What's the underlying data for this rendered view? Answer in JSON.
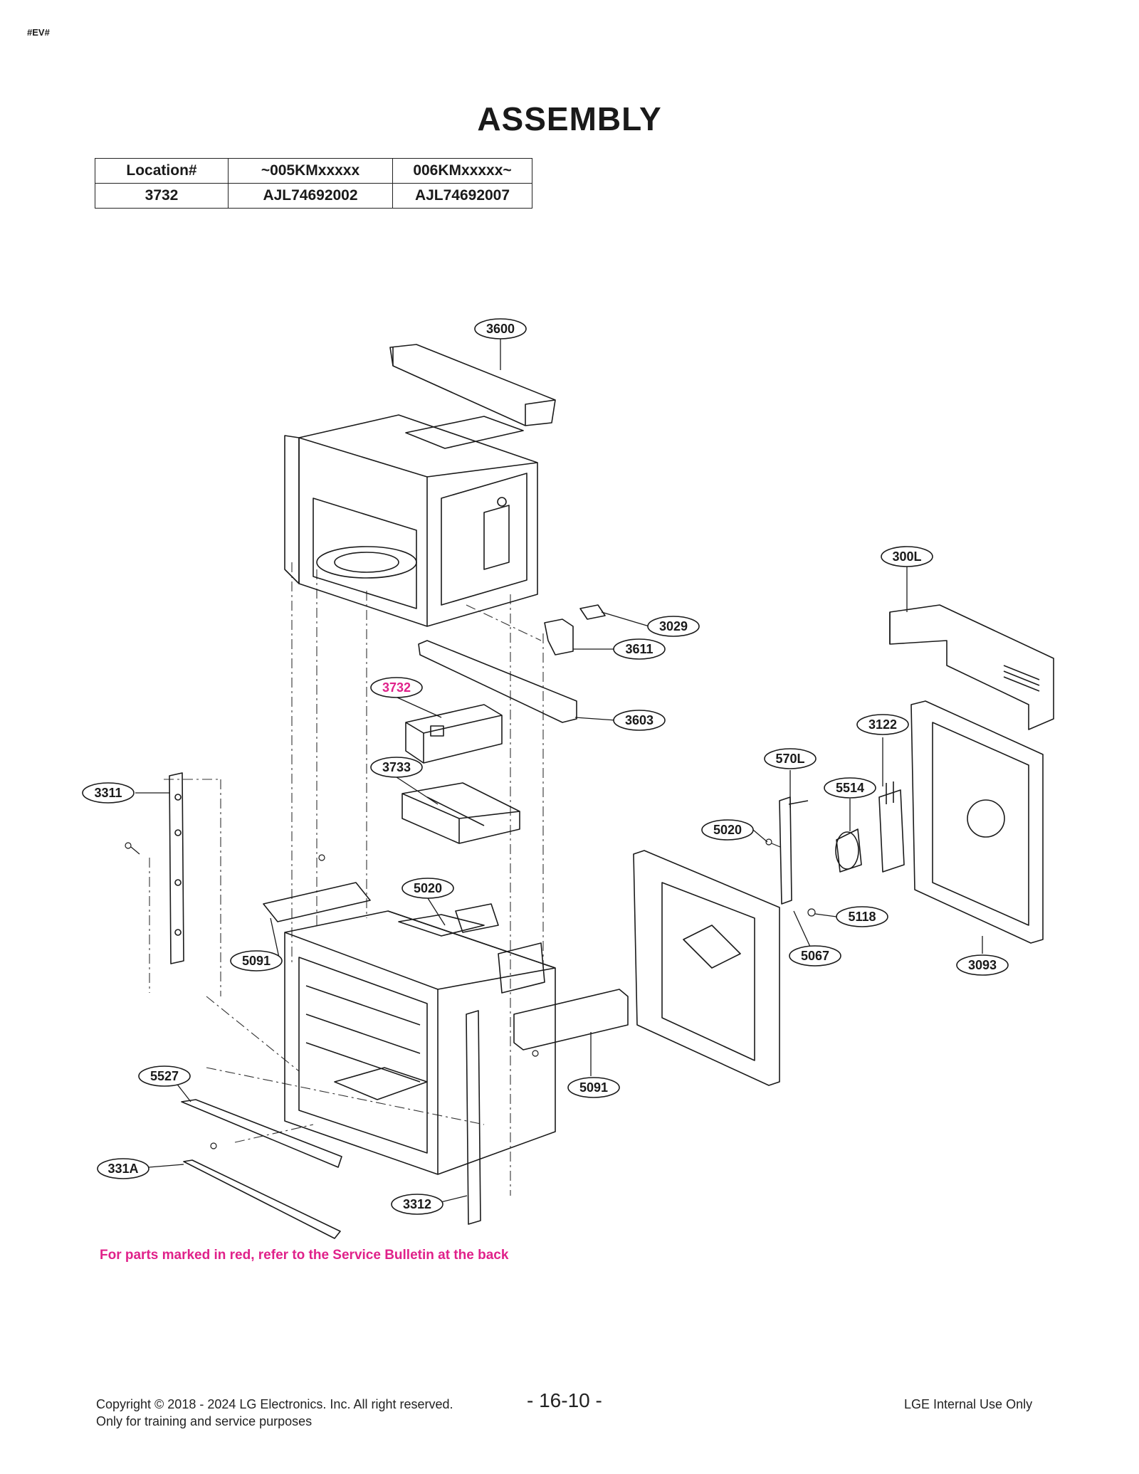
{
  "header_tag": "#EV#",
  "title": "ASSEMBLY",
  "table": {
    "headers": [
      "Location#",
      "~005KMxxxxx",
      "006KMxxxxx~"
    ],
    "rows": [
      [
        "3732",
        "AJL74692002",
        "AJL74692007"
      ]
    ]
  },
  "callouts": [
    {
      "id": "c3600",
      "label": "3600"
    },
    {
      "id": "c300L",
      "label": "300L"
    },
    {
      "id": "c3029",
      "label": "3029"
    },
    {
      "id": "c3611",
      "label": "3611"
    },
    {
      "id": "c3732",
      "label": "3732",
      "highlight": true
    },
    {
      "id": "c3603",
      "label": "3603"
    },
    {
      "id": "c3122",
      "label": "3122"
    },
    {
      "id": "c570L",
      "label": "570L"
    },
    {
      "id": "c3733",
      "label": "3733"
    },
    {
      "id": "c5514",
      "label": "5514"
    },
    {
      "id": "c3311",
      "label": "3311"
    },
    {
      "id": "c5020a",
      "label": "5020"
    },
    {
      "id": "c5020b",
      "label": "5020"
    },
    {
      "id": "c5118",
      "label": "5118"
    },
    {
      "id": "c5091a",
      "label": "5091"
    },
    {
      "id": "c5067",
      "label": "5067"
    },
    {
      "id": "c3093",
      "label": "3093"
    },
    {
      "id": "c5527",
      "label": "5527"
    },
    {
      "id": "c5091b",
      "label": "5091"
    },
    {
      "id": "c331A",
      "label": "331A"
    },
    {
      "id": "c3312",
      "label": "3312"
    }
  ],
  "colors": {
    "highlight": "#e0218a",
    "line": "#1a1a1a"
  },
  "note": "For parts marked in red, refer to the Service Bulletin at the back",
  "footer": {
    "copyright": "Copyright © 2018 - 2024 LG Electronics. Inc. All right reserved.",
    "purpose": "Only for training and service purposes",
    "page": "- 16-10 -",
    "internal": "LGE Internal Use Only"
  }
}
